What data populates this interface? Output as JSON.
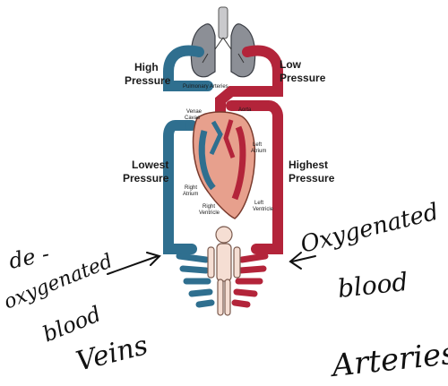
{
  "labels": {
    "high_pressure_1": "High",
    "high_pressure_2": "Pressure",
    "low_pressure_1": "Low",
    "low_pressure_2": "Pressure",
    "lowest_pressure_1": "Lowest",
    "lowest_pressure_2": "Pressure",
    "highest_pressure_1": "Highest",
    "highest_pressure_2": "Pressure",
    "pulmonary_arteries": "Pulmonary Arteries",
    "venae_cavae_1": "Venae",
    "venae_cavae_2": "Cavae",
    "aorta": "Aorta",
    "left_atrium_1": "Left",
    "left_atrium_2": "Atrium",
    "right_atrium_1": "Right",
    "right_atrium_2": "Atrium",
    "right_ventricle_1": "Right",
    "right_ventricle_2": "Ventricle",
    "left_ventricle_1": "Left",
    "left_ventricle_2": "Ventricle"
  },
  "handwriting": {
    "deoxy_1": "de -",
    "deoxy_2": "oxygenated",
    "deoxy_3": "blood",
    "deoxy_4": "Veins",
    "oxy_1": "Oxygenated",
    "oxy_2": "blood",
    "arteries": "Arteries"
  },
  "colors": {
    "deoxygenated": "#2f6f8f",
    "oxygenated": "#b3243a",
    "heart": "#e7a08d",
    "lungs": "#8c8f96"
  }
}
